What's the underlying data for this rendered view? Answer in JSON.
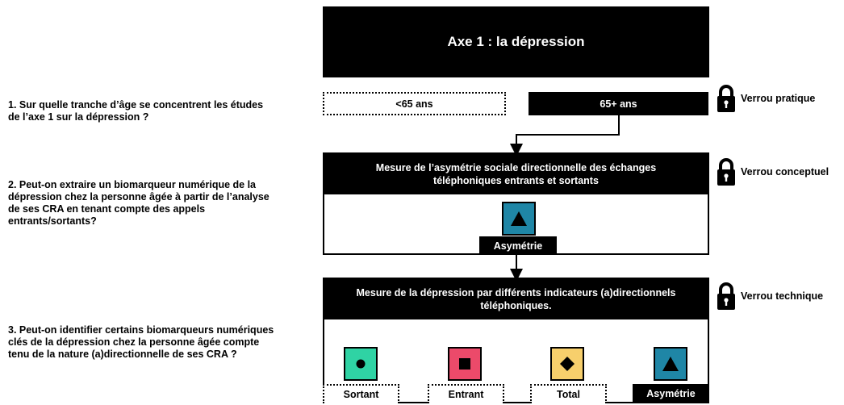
{
  "header": {
    "title": "Axe 1 : la dépression"
  },
  "questions": [
    "1. Sur quelle tranche d’âge se concentrent les études\nde l’axe 1 sur la dépression ?",
    "2. Peut-on extraire un biomarqueur numérique de la\ndépression chez la personne âgée à partir de l’analyse\nde ses CRA en tenant compte des appels\nentrants/sortants?",
    "3. Peut-on identifier certains biomarqueurs numériques\nclés de la dépression chez la personne âgée compte\ntenu de la nature (a)directionnelle de ses CRA ?"
  ],
  "age": {
    "under": "<65 ans",
    "over": "65+ ans"
  },
  "locks": {
    "pratique": "Verrou pratique",
    "conceptuel": "Verrou conceptuel",
    "technique": "Verrou technique"
  },
  "panel1": {
    "title": "Mesure de l’asymétrie sociale directionnelle des échanges\ntéléphoniques entrants et sortants",
    "icon_color": "#1f86a6",
    "label": "Asymétrie"
  },
  "panel2": {
    "title": "Mesure de la dépression par différents indicateurs (a)directionnels\ntéléphoniques.",
    "items": [
      {
        "label": "Sortant",
        "color": "#2fd3a4",
        "icon": "circle-icon"
      },
      {
        "label": "Entrant",
        "color": "#ec4a6a",
        "icon": "square-icon"
      },
      {
        "label": "Total",
        "color": "#f7cf6c",
        "icon": "diamond-icon"
      },
      {
        "label": "Asymétrie",
        "color": "#1f86a6",
        "icon": "triangle-icon"
      }
    ]
  }
}
